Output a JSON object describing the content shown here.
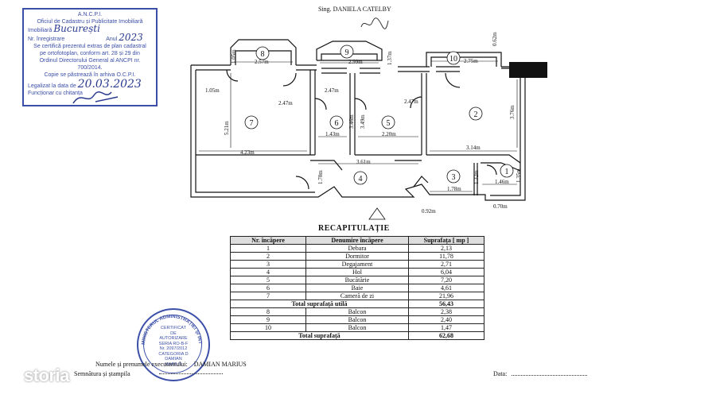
{
  "stamp": {
    "lines": [
      "A.N.C.P.I.",
      "Oficiul de Cadastru și Publicitate Imobiliară"
    ],
    "city_label": "Imobiliară",
    "city": "București",
    "reg_label": "Nr. înregistrare",
    "year_label": "Anul",
    "year": "2023",
    "cert_lines": [
      "Se certifică prezentul extras de plan cadastral",
      "pe ortofotoplan, conform art. 28 și 29 din",
      "Ordinul Directorului General al ANCPI nr. 700/2014.",
      "Copie se păstrează în arhiva O.C.P.I."
    ],
    "date_label": "Legalizat la data de",
    "date": "20.03.2023",
    "official_label": "Funcționar cu chitanța"
  },
  "top_signature": "Sing. DANIELA CATELBY",
  "plan": {
    "rooms": [
      {
        "n": "1"
      },
      {
        "n": "2"
      },
      {
        "n": "3"
      },
      {
        "n": "4"
      },
      {
        "n": "5"
      },
      {
        "n": "6"
      },
      {
        "n": "7"
      },
      {
        "n": "8"
      },
      {
        "n": "9"
      },
      {
        "n": "10"
      }
    ],
    "dims": {
      "d8w": "2.57m",
      "d8h": "1.05m",
      "d9w": "2.99m",
      "d9h": "1.37m",
      "d10w": "2.75m",
      "d10h": "0.62m",
      "d7a": "1.05m",
      "d7b": "2.47m",
      "d7h": "5.21m",
      "d7w": "4.23m",
      "d6a": "2.47m",
      "d6w": "1.43m",
      "d6h": "3.46m",
      "d5h": "3.49m",
      "d5a": "2.47m",
      "d5w": "2.20m",
      "d2h": "3.76m",
      "d2w": "3.14m",
      "d4w": "3.61m",
      "d4h": "1.70m",
      "d3h": "1.32m",
      "d3w": "1.78m",
      "d1w": "1.46m",
      "d1h": "1.35m",
      "d092": "0.92m",
      "d070": "0.70m"
    }
  },
  "recap_title": "RECAPITULAȚIE",
  "table": {
    "headers": [
      "Nr. încăpere",
      "Denumire încăpere",
      "Suprafața [ mp ]"
    ],
    "rows": [
      {
        "n": "1",
        "name": "Debara",
        "area": "2,13"
      },
      {
        "n": "2",
        "name": "Dormitor",
        "area": "11,78"
      },
      {
        "n": "3",
        "name": "Degajament",
        "area": "2,71"
      },
      {
        "n": "4",
        "name": "Hol",
        "area": "6,04"
      },
      {
        "n": "5",
        "name": "Bucătărie",
        "area": "7,20"
      },
      {
        "n": "6",
        "name": "Baie",
        "area": "4,61"
      },
      {
        "n": "7",
        "name": "Cameră de zi",
        "area": "21,96"
      }
    ],
    "useful_label": "Total suprafață utilă",
    "useful_value": "56,43",
    "balcony_rows": [
      {
        "n": "8",
        "name": "Balcon",
        "area": "2,38"
      },
      {
        "n": "9",
        "name": "Balcon",
        "area": "2,40"
      },
      {
        "n": "10",
        "name": "Balcon",
        "area": "1,47"
      }
    ],
    "total_label": "Total suprafață",
    "total_value": "62,68"
  },
  "round_stamp": {
    "arc_text": "MINISTERUL ADMINISTRAȚIEI ȘI INTERNELOR",
    "lines": [
      "CERTIFICAT",
      "DE",
      "AUTORIZARE",
      "SERIA RO-B-F",
      "Nr. 2097/2012",
      "CATEGORIA D",
      "DAMIAN",
      "MARIUS"
    ]
  },
  "footer": {
    "name_label": "Numele și prenumele executantului:",
    "name_value": "DAMIAN MARIUS",
    "sign_label": "Semnătura și ștampila",
    "date_label": "Data:"
  },
  "watermark": "storia"
}
